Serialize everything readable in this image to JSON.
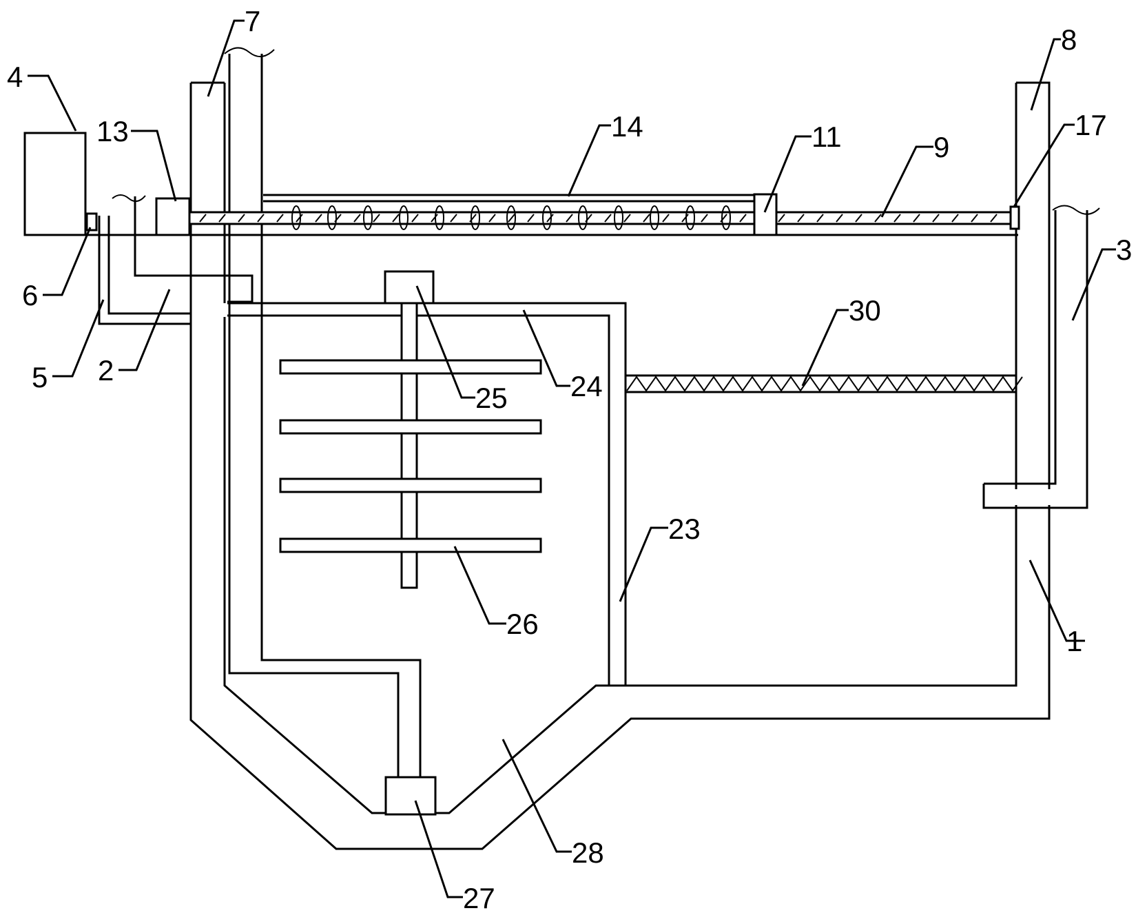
{
  "labels": {
    "n1": "1",
    "n2": "2",
    "n3": "3",
    "n4": "4",
    "n5": "5",
    "n6": "6",
    "n7": "7",
    "n8": "8",
    "n9": "9",
    "n11": "11",
    "n13": "13",
    "n14": "14",
    "n17": "17",
    "n23": "23",
    "n24": "24",
    "n25": "25",
    "n26": "26",
    "n27": "27",
    "n28": "28",
    "n30": "30"
  },
  "colors": {
    "line": "#000000",
    "background": "#ffffff"
  }
}
